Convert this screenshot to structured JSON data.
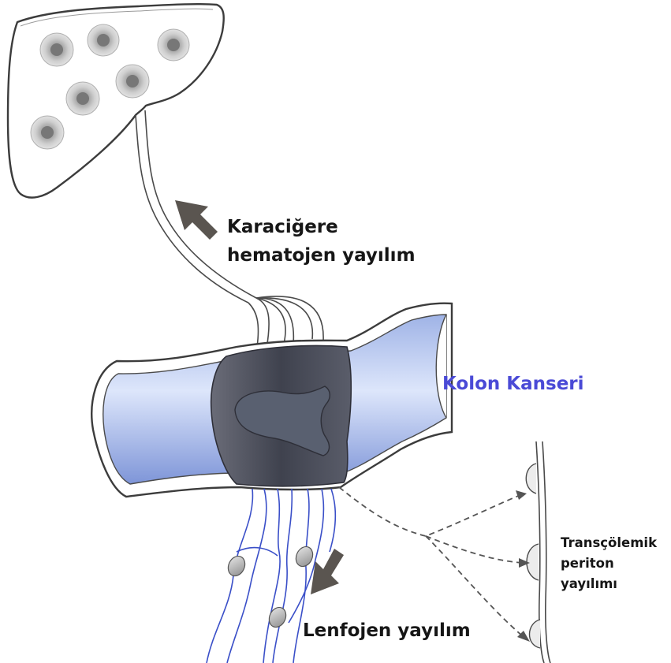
{
  "labels": {
    "hematogenous": [
      "Karaciğere",
      "hematojen yayılım"
    ],
    "colon": "Kolon Kanseri",
    "peritoneal": [
      "Transçölemik",
      "periton",
      "yayılımı"
    ],
    "lymphatic": "Lenfojen yayılım"
  },
  "colors": {
    "colon_label": "#4a4ad6",
    "lymph_vessel": "#3a4fc8",
    "arrow": "#5a5550",
    "tumor": "#4a4d5a",
    "lumen": "#b8c8ee",
    "outline": "#4a4a4a"
  },
  "icons": {
    "liver": "liver-organ",
    "tumor": "colon-tumor",
    "lymph_node": "lymph-node",
    "peritoneal_implant": "peritoneal-implant"
  }
}
